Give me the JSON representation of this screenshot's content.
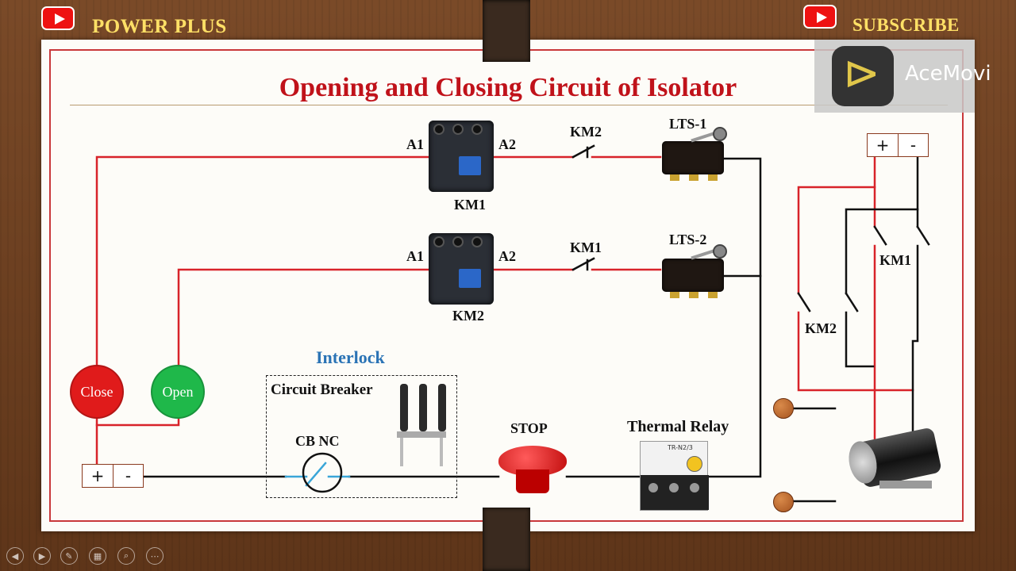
{
  "header": {
    "channel_name": "POWER PLUS",
    "subscribe_label": "SUBSCRIBE"
  },
  "watermark": {
    "text": "AceMovi"
  },
  "slide": {
    "title": "Opening and Closing Circuit of Isolator",
    "close_coil": {
      "terminal_a1": "A1",
      "terminal_a2": "A2",
      "name": "KM1"
    },
    "open_coil": {
      "terminal_a1": "A1",
      "terminal_a2": "A2",
      "name": "KM2"
    },
    "interlock_nc_top": "KM2",
    "interlock_nc_bottom": "KM1",
    "limit_switch_1": "LTS-1",
    "limit_switch_2": "LTS-2",
    "close_button": "Close",
    "open_button": "Open",
    "supply_plus": "+",
    "supply_minus": "-",
    "interlock_label": "Interlock",
    "circuit_breaker_label": "Circuit Breaker",
    "cb_nc_label": "CB NC",
    "stop_label": "STOP",
    "thermal_relay_label": "Thermal Relay",
    "thermal_relay_model": "TR-N2/3",
    "motor_supply_plus": "+",
    "motor_supply_minus": "-",
    "motor_contact_km1": "KM1",
    "motor_contact_km2": "KM2"
  },
  "colors": {
    "title": "#c0121a",
    "wire_red": "#d8232a",
    "wire_black": "#111111",
    "interlock": "#2a73b5",
    "close_button": "#e01b1b",
    "open_button": "#1fb84a"
  },
  "player_controls": [
    "prev-icon",
    "next-icon",
    "pen-icon",
    "slides-icon",
    "zoom-icon",
    "more-icon"
  ]
}
